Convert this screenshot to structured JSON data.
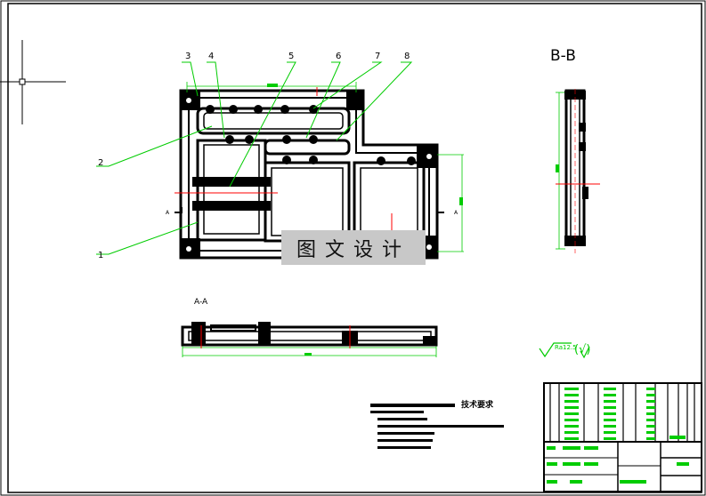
{
  "drawing": {
    "part_numbers": [
      "1",
      "2",
      "3",
      "4",
      "5",
      "6",
      "7",
      "8"
    ],
    "section_bb_label": "B-B",
    "section_aa_label": "A-A",
    "view_marker": "A",
    "roughness_value": "Ra12.5",
    "roughness_suffix": "(√)",
    "tech_req_title": "技术要求",
    "watermark": "图文设计",
    "colors": {
      "outline": "#000000",
      "dimension": "#00cc00",
      "center": "#ff0000"
    }
  }
}
